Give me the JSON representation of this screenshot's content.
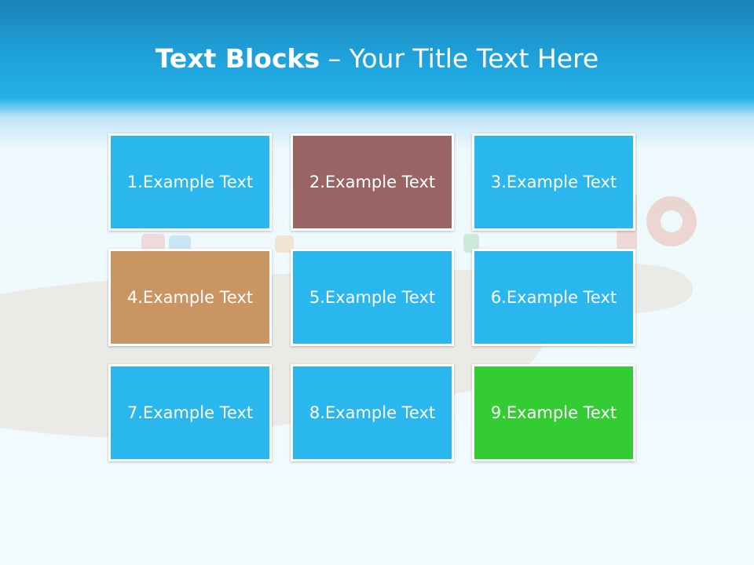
{
  "slide": {
    "title_bold": "Text Blocks",
    "title_dash": " – ",
    "title_rest": "Your Title Text Here"
  },
  "colors": {
    "header_blue": "#1ea1d9",
    "block_blue": "#29b7ee",
    "block_brown": "#9a6464",
    "block_tan": "#c99563",
    "block_green": "#33cc33"
  },
  "blocks": [
    {
      "label": "1.Example Text",
      "color": "#29b7ee"
    },
    {
      "label": "2.Example Text",
      "color": "#9a6464"
    },
    {
      "label": "3.Example Text",
      "color": "#29b7ee"
    },
    {
      "label": "4.Example Text",
      "color": "#c99563"
    },
    {
      "label": "5.Example Text",
      "color": "#29b7ee"
    },
    {
      "label": "6.Example Text",
      "color": "#29b7ee"
    },
    {
      "label": "7.Example Text",
      "color": "#29b7ee"
    },
    {
      "label": "8.Example Text",
      "color": "#29b7ee"
    },
    {
      "label": "9.Example Text",
      "color": "#33cc33"
    }
  ]
}
